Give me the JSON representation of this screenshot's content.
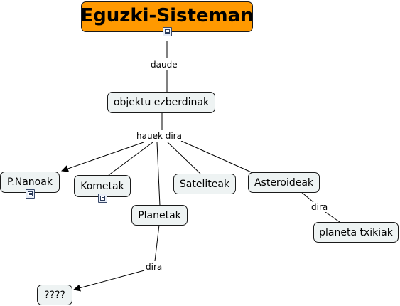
{
  "title": "Eguzki-Sisteman",
  "nodes": {
    "objektu": "objektu ezberdinak",
    "pnanoak": "P.Nanoak",
    "kometak": "Kometak",
    "sateliteak": "Sateliteak",
    "asteroideak": "Asteroideak",
    "planetak": "Planetak",
    "planeta_txikiak": "planeta txikiak",
    "unknown": "????"
  },
  "links": {
    "daude": "daude",
    "hauek_dira": "hauek dira",
    "dira_asteroideak": "dira",
    "dira_planetak": "dira"
  },
  "icons": {
    "title_doc": "document-icon",
    "pnanoak_doc": "document-icon",
    "kometak_doc": "document-icon"
  },
  "colors": {
    "title_bg": "#ff9900",
    "node_bg": "#eef3f3",
    "line": "#000000"
  }
}
